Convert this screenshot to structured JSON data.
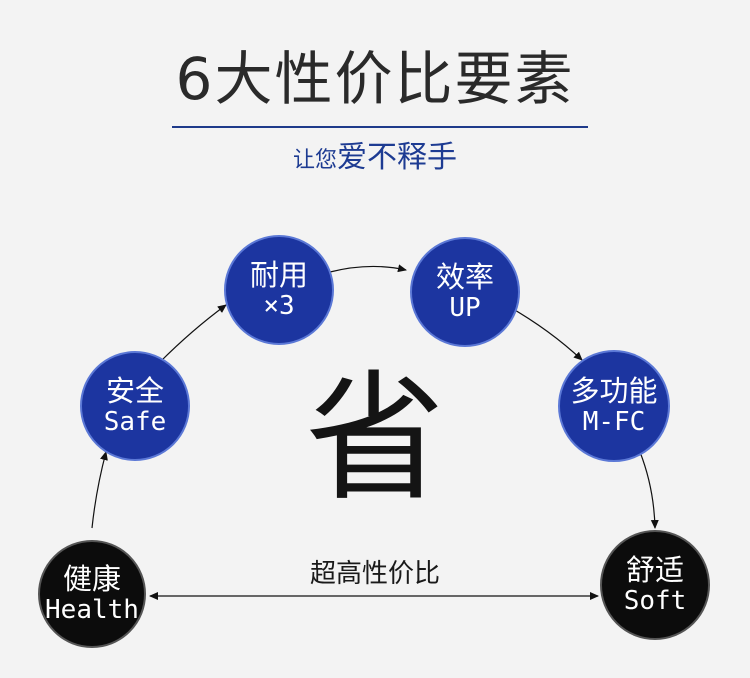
{
  "title": "6大性价比要素",
  "subtitle": {
    "small": "让您",
    "big": "爱不释手"
  },
  "center_char": "省",
  "bottom_label": "超高性价比",
  "circles": {
    "health": {
      "l1": "健康",
      "l2": "Health"
    },
    "safe": {
      "l1": "安全",
      "l2": "Safe"
    },
    "durable": {
      "l1": "耐用",
      "l2": "×3"
    },
    "efficiency": {
      "l1": "效率",
      "l2": "UP"
    },
    "multi": {
      "l1": "多功能",
      "l2": "M-FC"
    },
    "comfort": {
      "l1": "舒适",
      "l2": "Soft"
    }
  },
  "colors": {
    "blue": "#1c35a0",
    "black": "#0c0c0c",
    "line": "#1e3a8a"
  }
}
